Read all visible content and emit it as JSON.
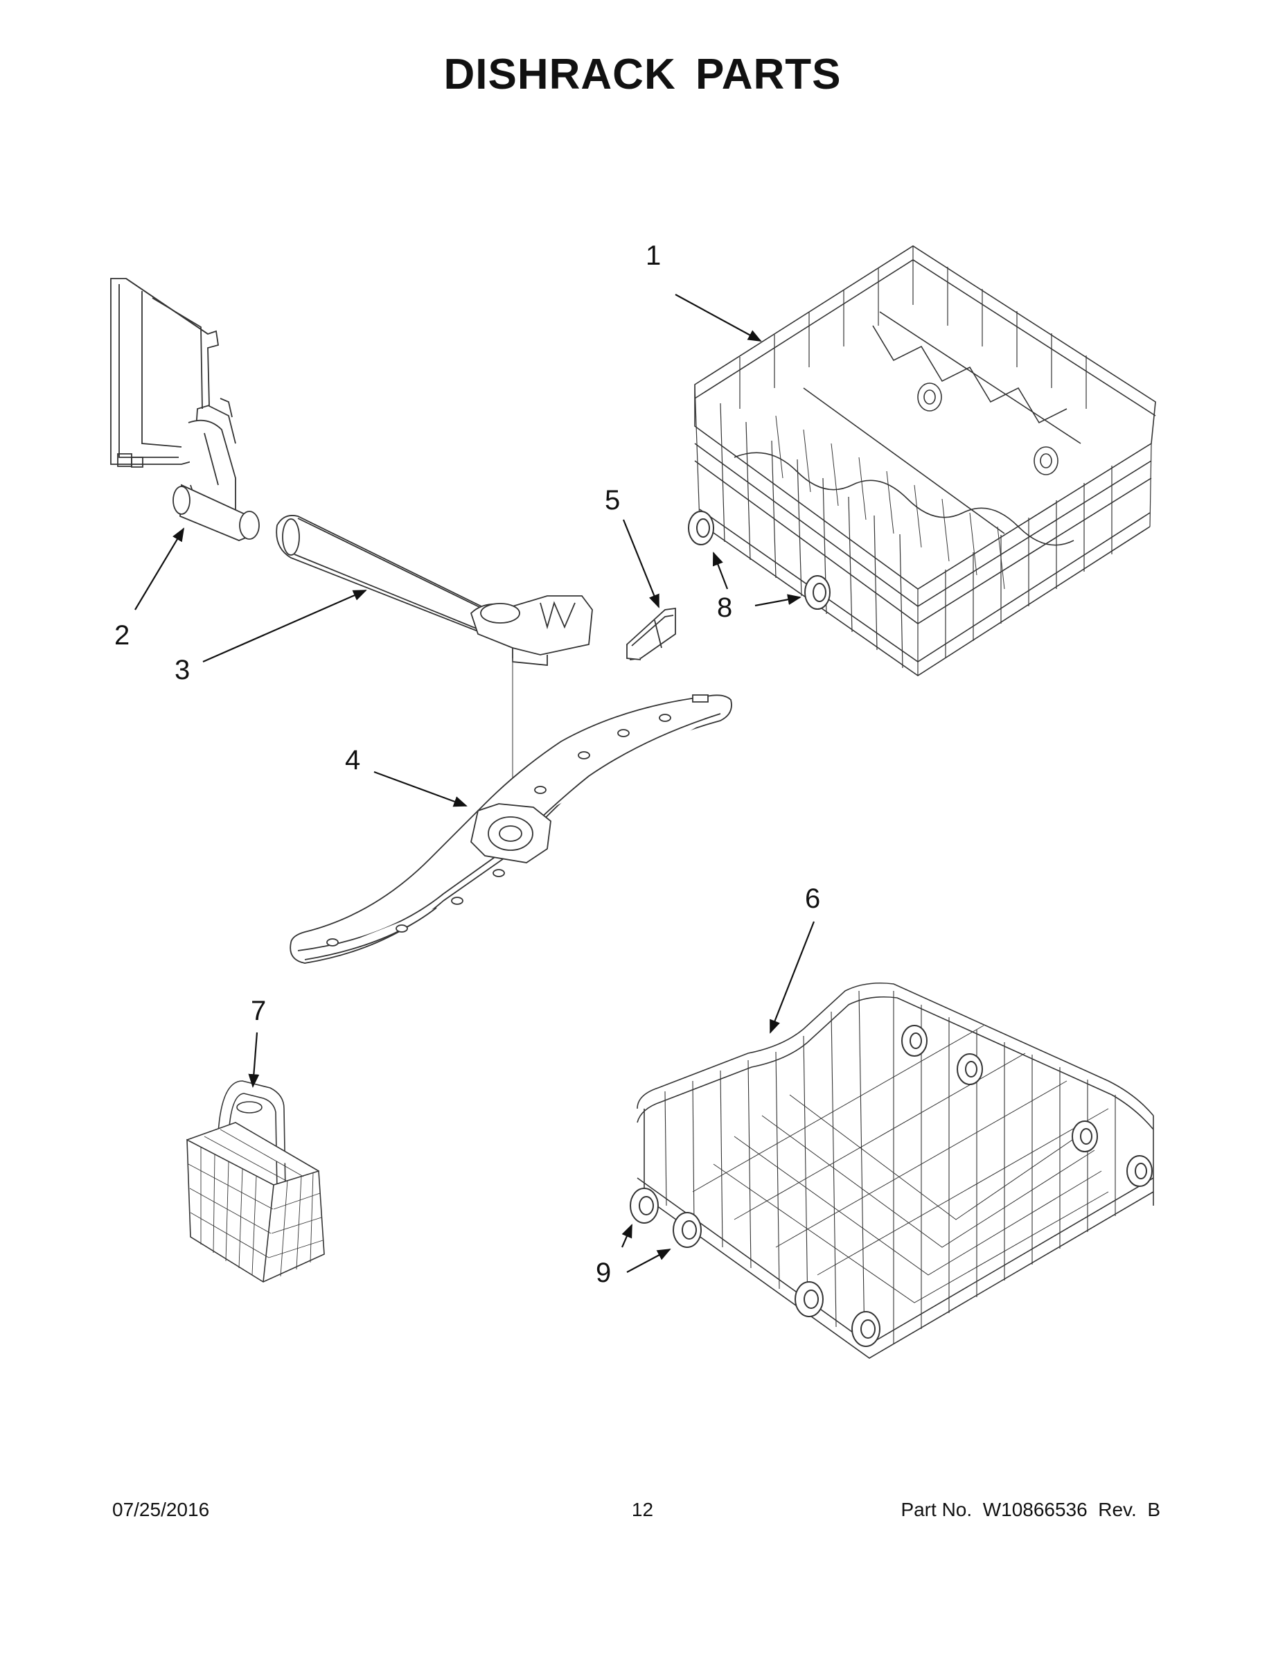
{
  "title": "DISHRACK PARTS",
  "callouts": [
    "1",
    "2",
    "3",
    "4",
    "5",
    "6",
    "7",
    "8",
    "9"
  ],
  "footer": {
    "date": "07/25/2016",
    "page": "12",
    "part_no": "Part No.  W10866536  Rev.  B"
  }
}
